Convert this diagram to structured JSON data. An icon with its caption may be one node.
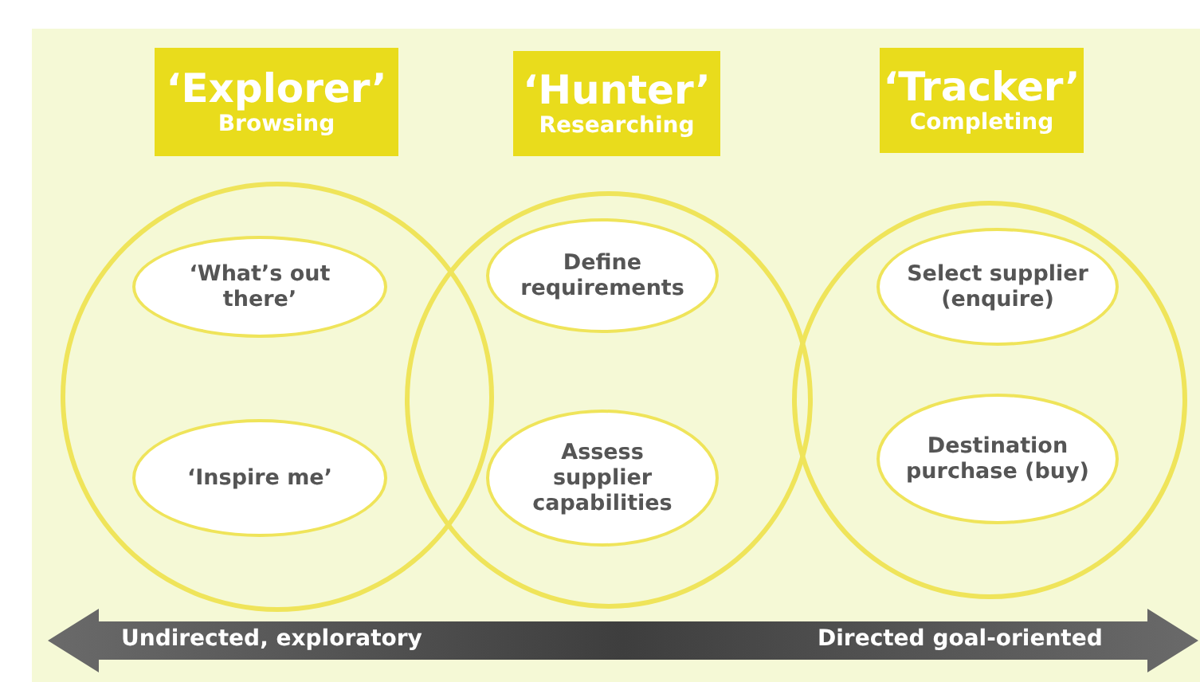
{
  "diagram": {
    "nodes": [
      {
        "text": [
          "‘Explorer’",
          "Browsing"
        ]
      },
      {
        "text": [],
        "shape": "circle"
      },
      {
        "text": [
          "‘What’s out there’"
        ],
        "in": 1
      },
      {
        "text": [
          "‘Inspire me’"
        ],
        "in": 1
      },
      {
        "text": [
          "‘Hunter’",
          "Researching"
        ]
      },
      {
        "text": [],
        "shape": "circle"
      },
      {
        "text": [
          "Define requirements"
        ],
        "in": 5
      },
      {
        "text": [
          "Assess supplier capabilities"
        ],
        "in": 5
      },
      {
        "text": [
          "‘Tracker’",
          "Completing"
        ]
      },
      {
        "text": [],
        "shape": "circle"
      },
      {
        "text": [
          "Select supplier (enquire)"
        ],
        "in": 9
      },
      {
        "text": [
          "Destination purchase (buy)"
        ],
        "in": 9
      }
    ],
    "labels": [
      "Undirected, exploratory",
      "Directed goal-oriented"
    ]
  }
}
